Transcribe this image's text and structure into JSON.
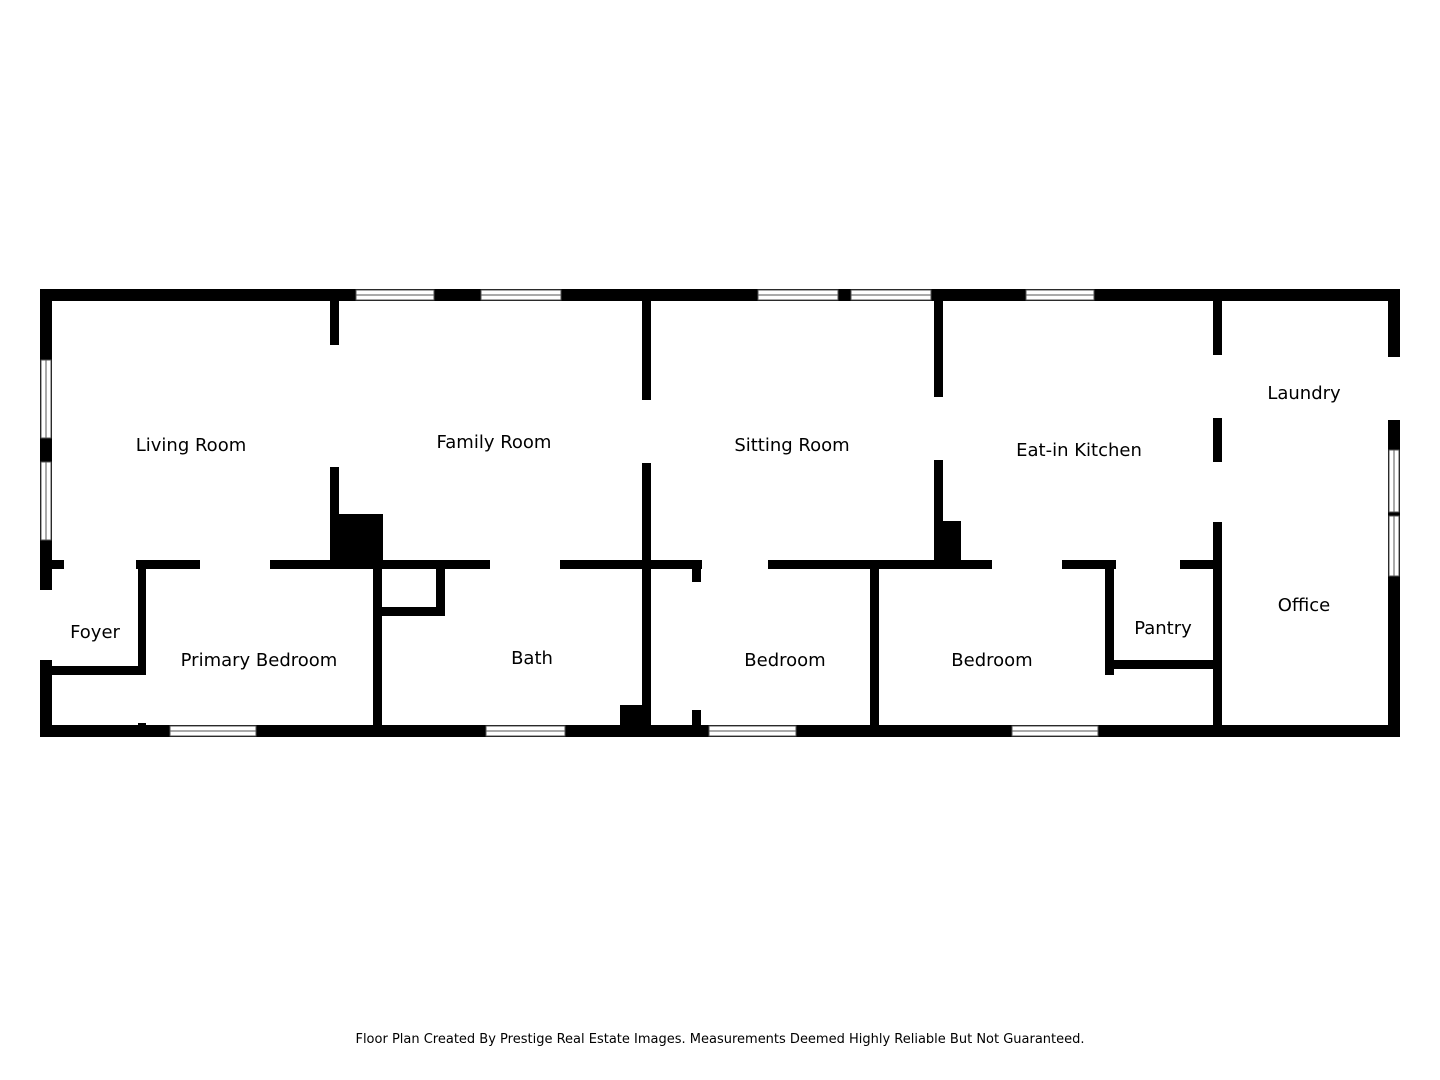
{
  "rooms": {
    "living_room": "Living Room",
    "family_room": "Family Room",
    "sitting_room": "Sitting Room",
    "eat_in_kitchen": "Eat-in Kitchen",
    "laundry": "Laundry",
    "foyer": "Foyer",
    "primary_bedroom": "Primary Bedroom",
    "bath": "Bath",
    "bedroom_1": "Bedroom",
    "bedroom_2": "Bedroom",
    "pantry": "Pantry",
    "office": "Office"
  },
  "footer": {
    "credit": "Floor Plan Created By Prestige Real Estate Images. Measurements Deemed Highly Reliable But Not Guaranteed."
  },
  "colors": {
    "wall": "#000000",
    "background": "#ffffff",
    "window_frame": "#555555"
  }
}
